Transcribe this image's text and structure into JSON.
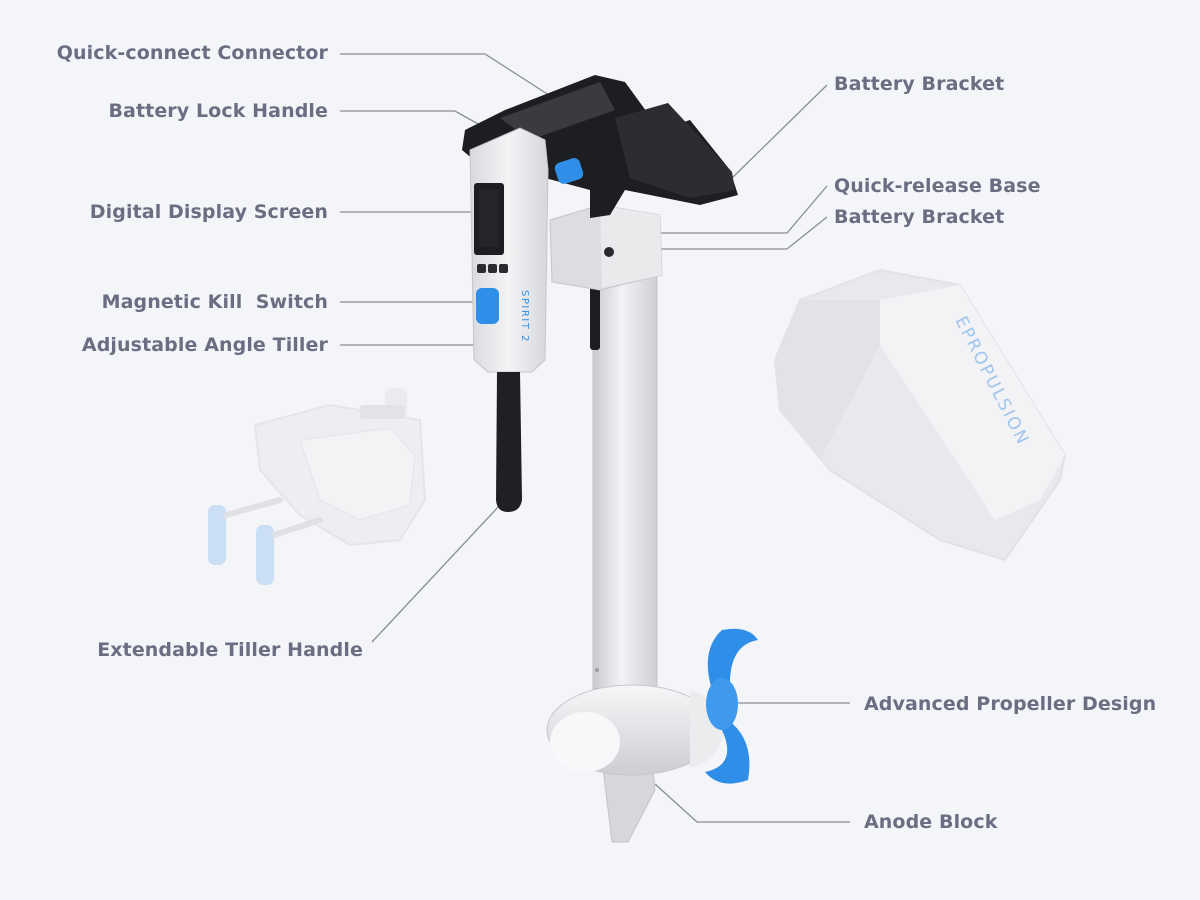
{
  "callouts": {
    "quick_connect_connector": "Quick-connect Connector",
    "battery_lock_handle": "Battery Lock Handle",
    "digital_display_screen": "Digital Display Screen",
    "magnetic_kill_switch": "Magnetic Kill  Switch",
    "adjustable_angle_tiller": "Adjustable Angle Tiller",
    "extendable_tiller_handle": "Extendable Tiller Handle",
    "battery_bracket_top": "Battery Bracket",
    "quick_release_base": "Quick-release Base",
    "battery_bracket_lower": "Battery Bracket",
    "advanced_propeller_design": "Advanced Propeller Design",
    "anode_block": "Anode Block"
  },
  "product_markings": {
    "tiller_brand": "SPIRIT 2",
    "battery_brand": "EPROPULSION"
  },
  "colors": {
    "background": "#f4f5f8",
    "label_text": "#6b6e82",
    "leader_line": "#8a8c99",
    "accent_blue": "#2f8fe8",
    "motor_body": "#e6e7ea",
    "bracket_black": "#1d1e22"
  }
}
